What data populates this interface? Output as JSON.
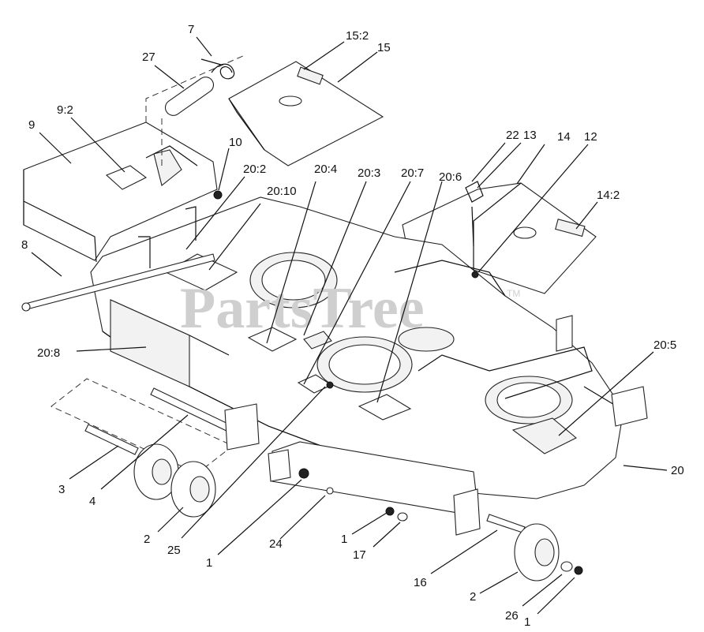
{
  "watermark": {
    "text": "PartsTree",
    "tm": "TM"
  },
  "callouts": [
    {
      "id": "c-7",
      "label": "7"
    },
    {
      "id": "c-27",
      "label": "27"
    },
    {
      "id": "c-15-2",
      "label": "15:2"
    },
    {
      "id": "c-15",
      "label": "15"
    },
    {
      "id": "c-9-2",
      "label": "9:2"
    },
    {
      "id": "c-9",
      "label": "9"
    },
    {
      "id": "c-10",
      "label": "10"
    },
    {
      "id": "c-20-2",
      "label": "20:2"
    },
    {
      "id": "c-20-4",
      "label": "20:4"
    },
    {
      "id": "c-20-3",
      "label": "20:3"
    },
    {
      "id": "c-20-7",
      "label": "20:7"
    },
    {
      "id": "c-20-6",
      "label": "20:6"
    },
    {
      "id": "c-22",
      "label": "22"
    },
    {
      "id": "c-13",
      "label": "13"
    },
    {
      "id": "c-14",
      "label": "14"
    },
    {
      "id": "c-12",
      "label": "12"
    },
    {
      "id": "c-20-10",
      "label": "20:10"
    },
    {
      "id": "c-14-2",
      "label": "14:2"
    },
    {
      "id": "c-8",
      "label": "8"
    },
    {
      "id": "c-20-8",
      "label": "20:8"
    },
    {
      "id": "c-20-5",
      "label": "20:5"
    },
    {
      "id": "c-20",
      "label": "20"
    },
    {
      "id": "c-3",
      "label": "3"
    },
    {
      "id": "c-4",
      "label": "4"
    },
    {
      "id": "c-2a",
      "label": "2"
    },
    {
      "id": "c-25",
      "label": "25"
    },
    {
      "id": "c-1a",
      "label": "1"
    },
    {
      "id": "c-24",
      "label": "24"
    },
    {
      "id": "c-1b",
      "label": "1"
    },
    {
      "id": "c-17",
      "label": "17"
    },
    {
      "id": "c-16",
      "label": "16"
    },
    {
      "id": "c-2b",
      "label": "2"
    },
    {
      "id": "c-26",
      "label": "26"
    },
    {
      "id": "c-1c",
      "label": "1"
    }
  ]
}
